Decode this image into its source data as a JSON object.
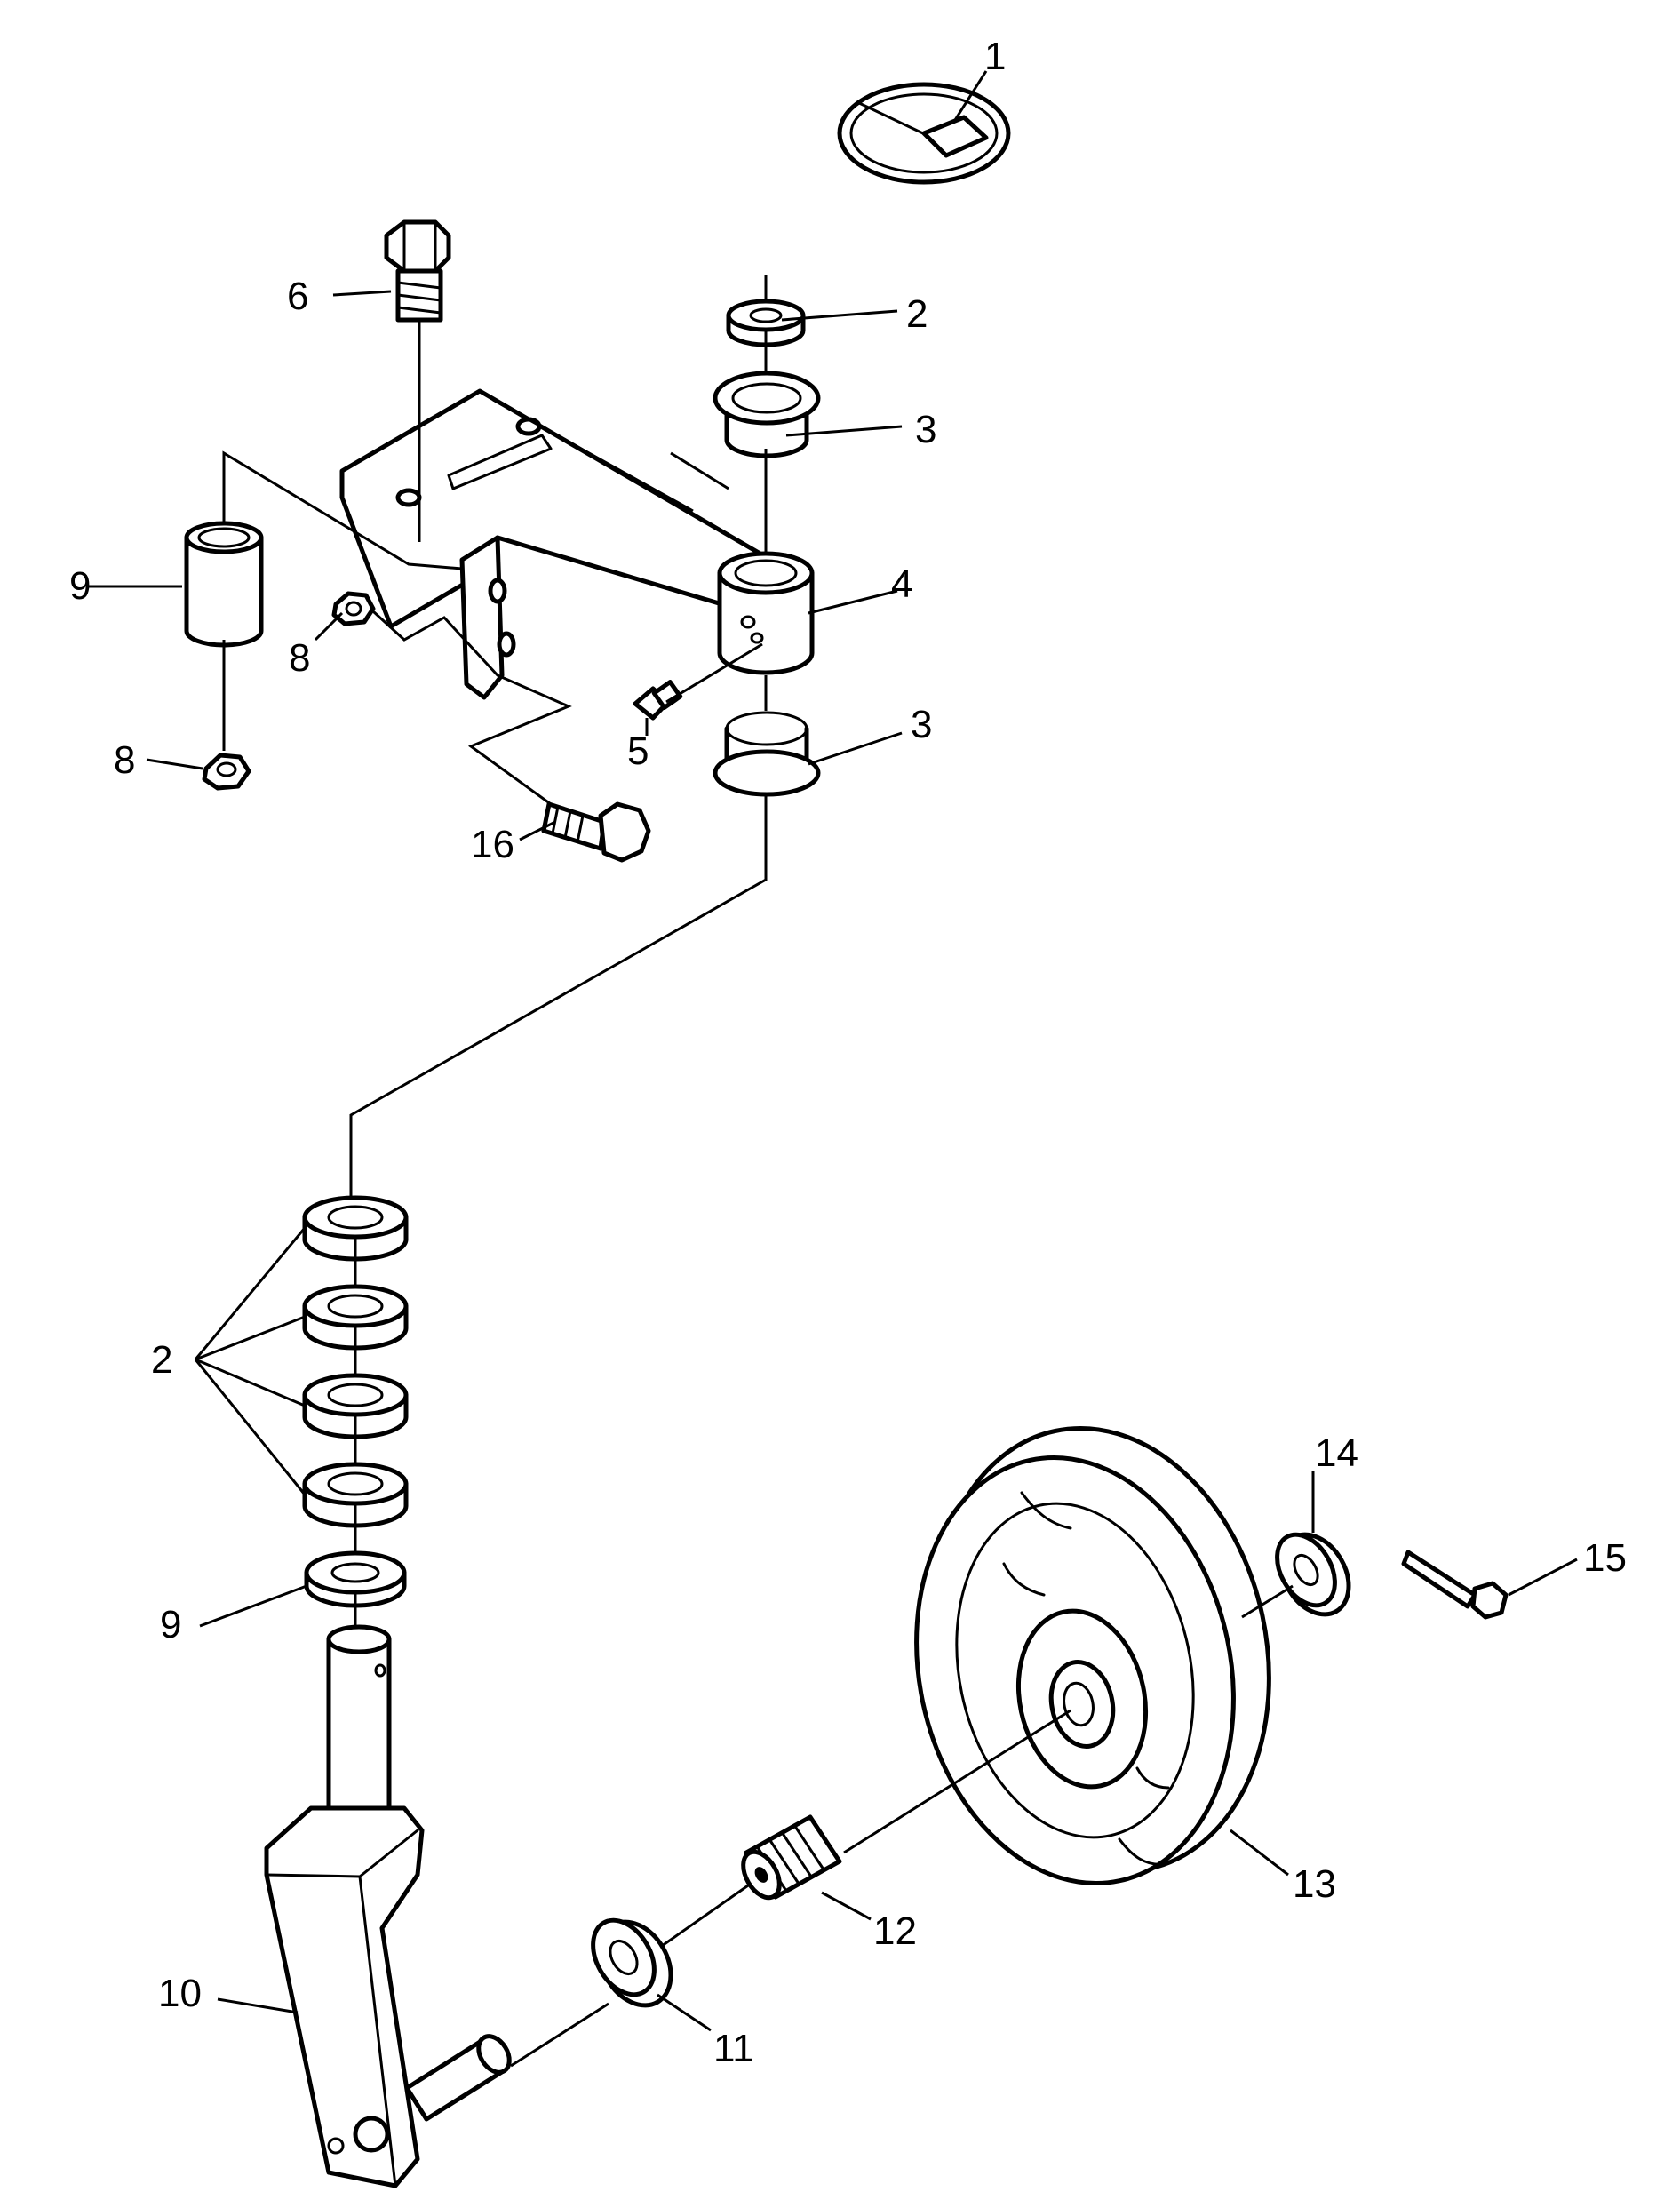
{
  "callouts": {
    "c1": "1",
    "c2_top": "2",
    "c2_stack": "2",
    "c3_top": "3",
    "c3_bottom": "3",
    "c4": "4",
    "c5": "5",
    "c6": "6",
    "c8_upper": "8",
    "c8_lower": "8",
    "c9_upper": "9",
    "c9_lower": "9",
    "c10": "10",
    "c11": "11",
    "c12": "12",
    "c13": "13",
    "c14": "14",
    "c15": "15",
    "c16": "16"
  }
}
